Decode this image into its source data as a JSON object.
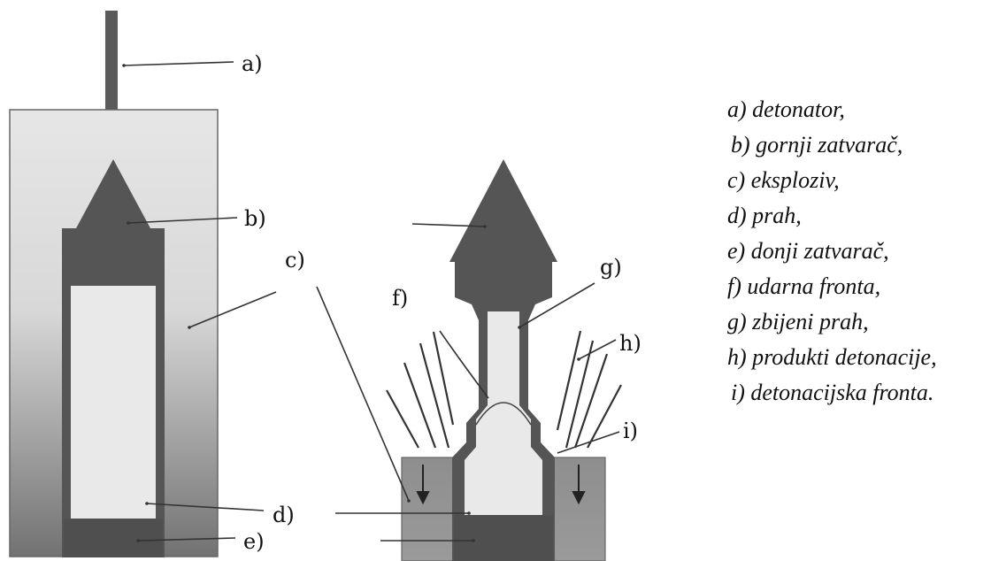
{
  "labels": {
    "a": "a)",
    "b": "b)",
    "c": "c)",
    "d": "d)",
    "e": "e)",
    "f": "f)",
    "g": "g)",
    "h": "h)",
    "i": "i)"
  },
  "legend": [
    "a) detonator,",
    "b) gornji zatvarač,",
    "c) eksploziv,",
    "d) prah,",
    "e) donji zatvarač,",
    "f) udarna fronta,",
    "g) zbijeni prah,",
    "h) produkti detonacije,",
    "i) detonacijska fronta."
  ],
  "colors": {
    "dark_part": "#555555",
    "powder": "#e9e9e9",
    "explosive_light": "#e4e4e4",
    "explosive_dark": "#7a7a7a",
    "bottom_block": "#8a8a8a"
  }
}
